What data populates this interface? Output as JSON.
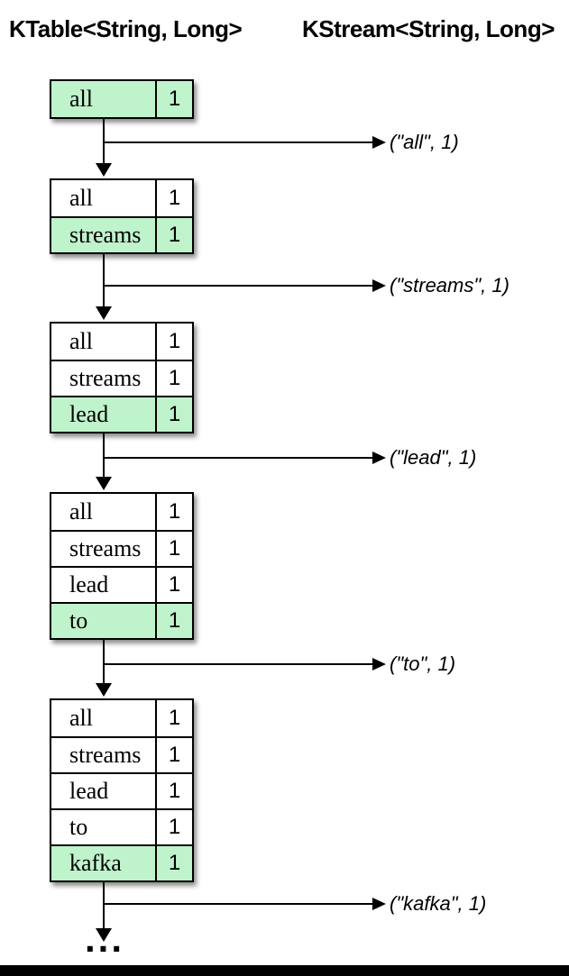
{
  "headers": {
    "left": "KTable<String, Long>",
    "right": "KStream<String, Long>"
  },
  "stages": [
    {
      "rows": [
        {
          "key": "all",
          "value": "1",
          "highlight": true
        }
      ]
    },
    {
      "rows": [
        {
          "key": "all",
          "value": "1",
          "highlight": false
        },
        {
          "key": "streams",
          "value": "1",
          "highlight": true
        }
      ]
    },
    {
      "rows": [
        {
          "key": "all",
          "value": "1",
          "highlight": false
        },
        {
          "key": "streams",
          "value": "1",
          "highlight": false
        },
        {
          "key": "lead",
          "value": "1",
          "highlight": true
        }
      ]
    },
    {
      "rows": [
        {
          "key": "all",
          "value": "1",
          "highlight": false
        },
        {
          "key": "streams",
          "value": "1",
          "highlight": false
        },
        {
          "key": "lead",
          "value": "1",
          "highlight": false
        },
        {
          "key": "to",
          "value": "1",
          "highlight": true
        }
      ]
    },
    {
      "rows": [
        {
          "key": "all",
          "value": "1",
          "highlight": false
        },
        {
          "key": "streams",
          "value": "1",
          "highlight": false
        },
        {
          "key": "lead",
          "value": "1",
          "highlight": false
        },
        {
          "key": "to",
          "value": "1",
          "highlight": false
        },
        {
          "key": "kafka",
          "value": "1",
          "highlight": true
        }
      ]
    }
  ],
  "outputs": [
    {
      "label": "(\"all\", 1)"
    },
    {
      "label": "(\"streams\", 1)"
    },
    {
      "label": "(\"lead\", 1)"
    },
    {
      "label": "(\"to\", 1)"
    },
    {
      "label": "(\"kafka\", 1)"
    }
  ],
  "ellipsis": "...",
  "colors": {
    "highlight": "#bff3cb",
    "row": "#ffffff",
    "border": "#000000",
    "arrow": "#000000"
  }
}
